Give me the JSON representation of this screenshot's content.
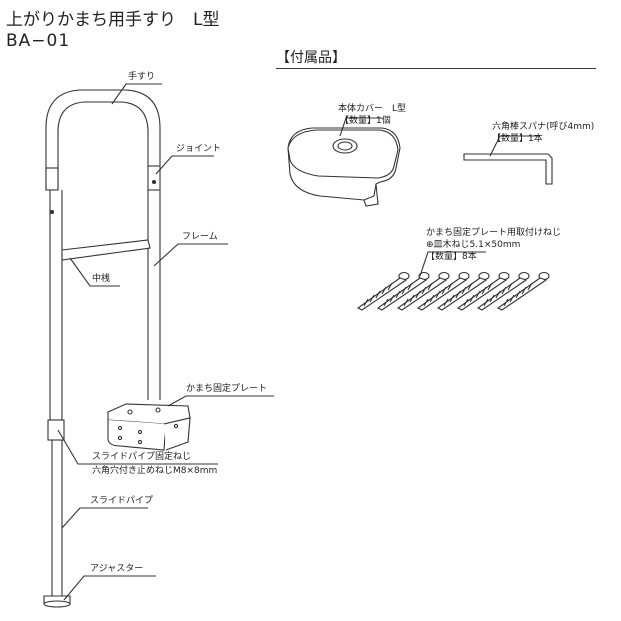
{
  "title": "上がりかまち用手すり　L型",
  "model_code": "BA−01",
  "accessories": {
    "title": "【付属品】",
    "cover": {
      "name": "本体カバー　L型",
      "qty": "【数量】1個"
    },
    "wrench": {
      "name": "六角棒スパナ(呼び4mm)",
      "qty": "【数量】1本"
    },
    "screws": {
      "name": "かまち固定プレート用取付けねじ",
      "spec": "⊕皿木ねじ5.1×50mm",
      "qty": "【数量】8本"
    }
  },
  "parts": {
    "handrail": "手すり",
    "joint": "ジョイント",
    "frame": "フレーム",
    "crossbar": "中桟",
    "plate": "かまち固定プレート",
    "slide_screw": "スライドパイプ固定ねじ",
    "slide_screw_spec": "六角穴付き止めねじM8×8mm",
    "slide_pipe": "スライドパイプ",
    "adjuster": "アジャスター"
  },
  "colors": {
    "line": "#333333",
    "tube_fill": "#ffffff",
    "frame_border": "#cccccc"
  }
}
